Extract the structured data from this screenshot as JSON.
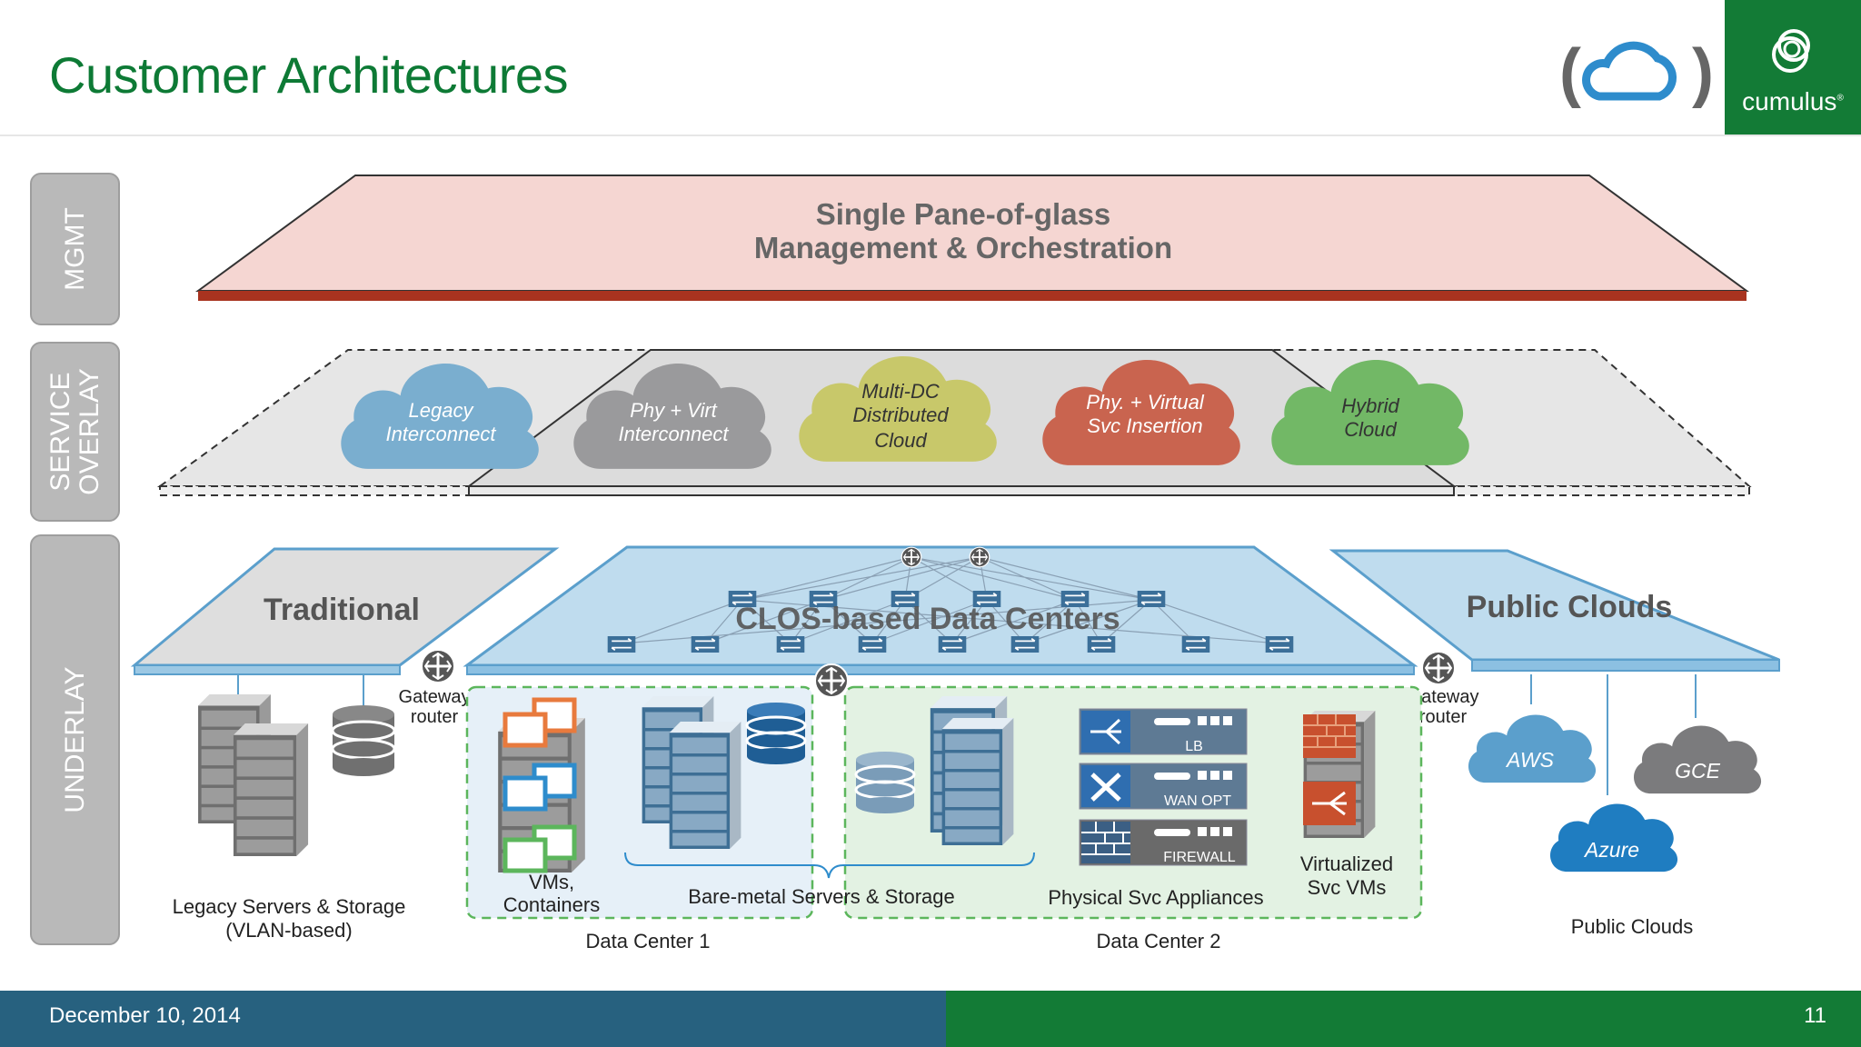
{
  "slide": {
    "title": "Customer Architectures",
    "brand_name": "cumulus",
    "brand_mark": "®",
    "footer_date": "December 10, 2014",
    "page_number": "11",
    "colors": {
      "brand_green": "#137b36",
      "footer_blue": "#27617f",
      "title_green": "#0d7a35"
    }
  },
  "layers": {
    "mgmt": "MGMT",
    "service_overlay": "SERVICE\nOVERLAY",
    "underlay": "UNDERLAY"
  },
  "mgmt_plane": {
    "line1": "Single Pane-of-glass",
    "line2": "Management & Orchestration"
  },
  "service_clouds": [
    {
      "line1": "Legacy",
      "line2": "Interconnect",
      "line3": "",
      "color": "#7aaecf"
    },
    {
      "line1": "Phy + Virt",
      "line2": "Interconnect",
      "line3": "",
      "color": "#9a9a9c"
    },
    {
      "line1": "Multi-DC",
      "line2": "Distributed",
      "line3": "Cloud",
      "color": "#c8c86a"
    },
    {
      "line1": "Phy. + Virtual",
      "line2": "Svc Insertion",
      "line3": "",
      "color": "#c9644f"
    },
    {
      "line1": "Hybrid",
      "line2": "Cloud",
      "line3": "",
      "color": "#72b866"
    }
  ],
  "underlay": {
    "traditional": "Traditional",
    "clos": "CLOS-based Data Centers",
    "public_clouds": "Public Clouds",
    "gateway_left_1": "Gateway",
    "gateway_left_2": "router",
    "gateway_right_1": "Gateway",
    "gateway_right_2": "router",
    "legacy_1": "Legacy Servers & Storage",
    "legacy_2": "(VLAN-based)",
    "vms_1": "VMs,",
    "vms_2": "Containers",
    "bare_metal": "Bare-metal Servers & Storage",
    "physical_svc": "Physical Svc Appliances",
    "virt_svc_1": "Virtualized",
    "virt_svc_2": "Svc VMs",
    "dc1": "Data Center 1",
    "dc2": "Data Center 2",
    "public_clouds_label": "Public Clouds",
    "appliance_lb": "LB",
    "appliance_wan": "WAN OPT",
    "appliance_fw": "FIREWALL"
  },
  "public_cloud_icons": [
    {
      "label": "AWS",
      "color": "#5b9fcc"
    },
    {
      "label": "GCE",
      "color": "#7b7b7d"
    },
    {
      "label": "Azure",
      "color": "#1f7dc1"
    }
  ],
  "icons": [
    "cloud-logo-icon",
    "cumulus-logo-icon",
    "router-icon",
    "switch-icon",
    "server-rack-icon",
    "database-icon",
    "monitor-icon"
  ]
}
